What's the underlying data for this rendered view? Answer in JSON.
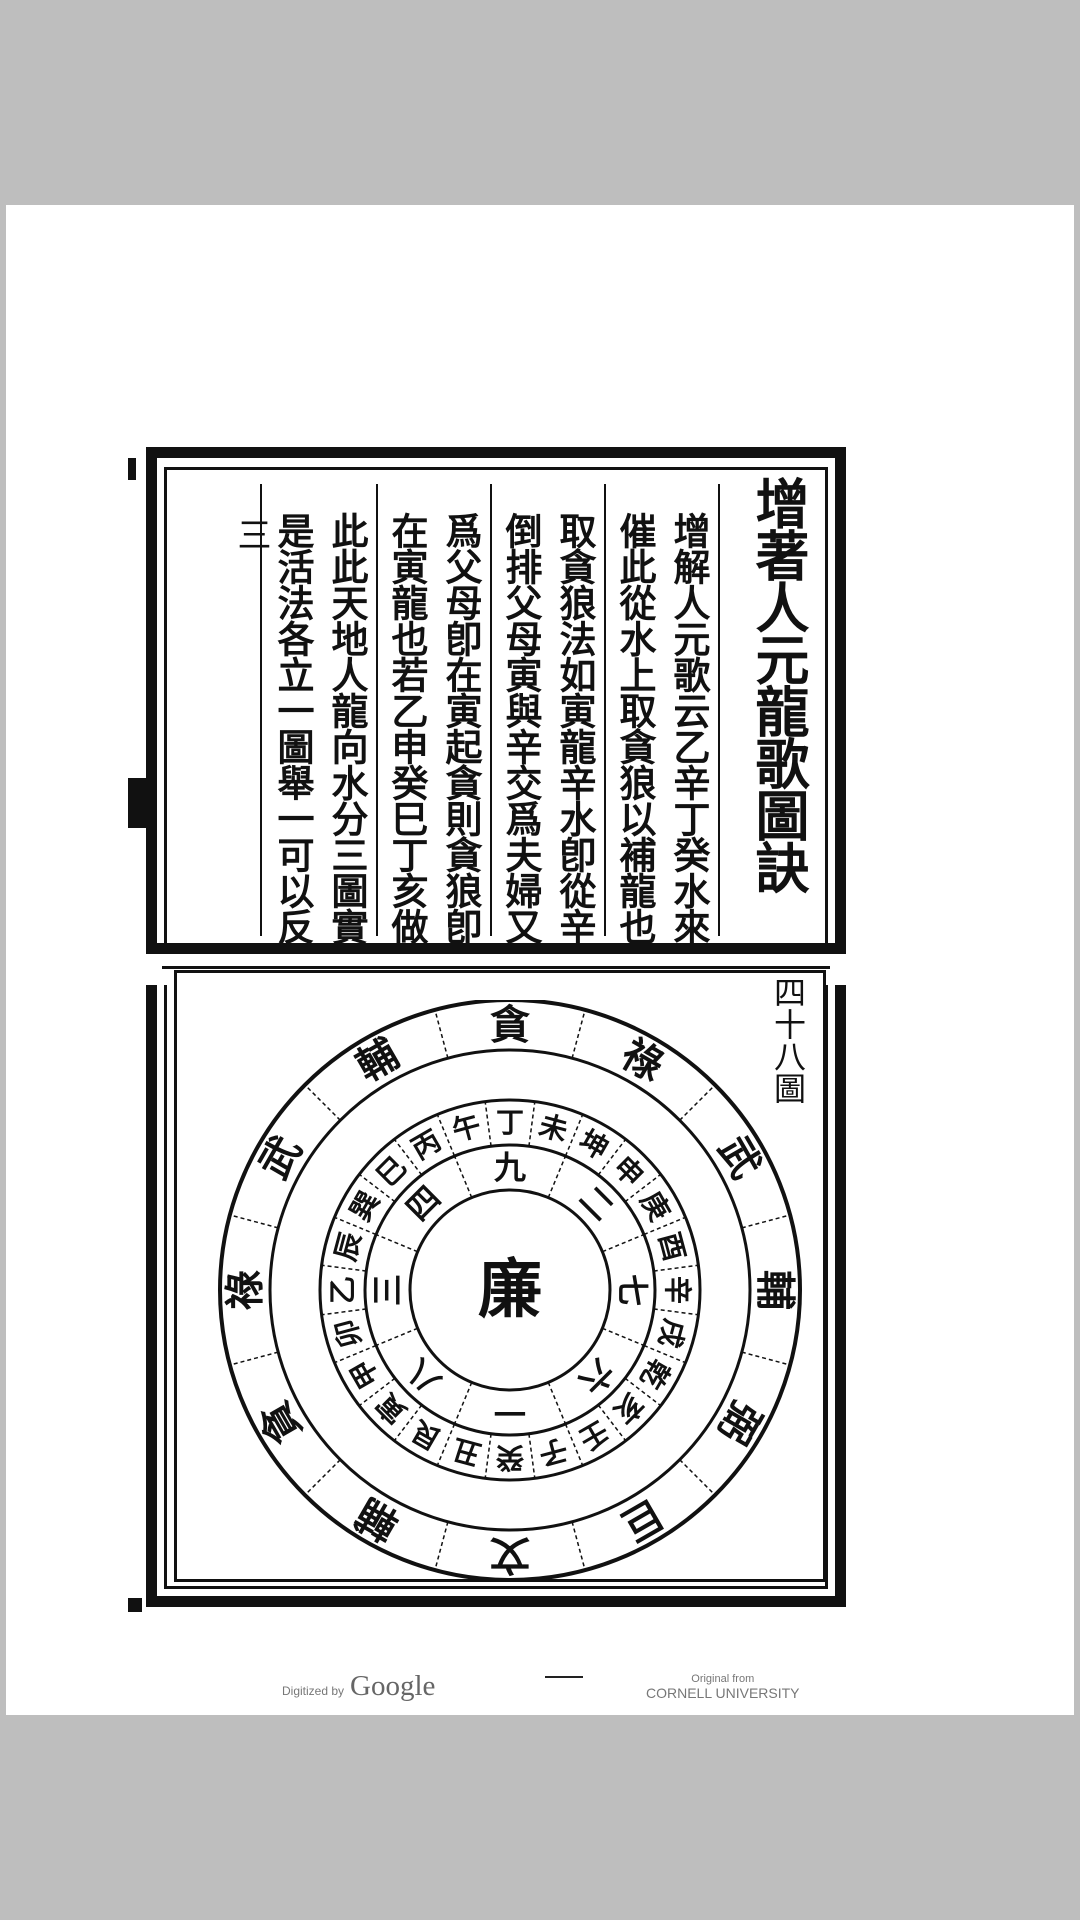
{
  "book": {
    "title": "增著人元龍歌圖訣",
    "columns": [
      "增解人元歌云乙辛丁癸水來",
      "催此從水上取貪狼以補龍也",
      "取貪狼法如寅龍辛水卽從辛",
      "倒排父母寅與辛交爲夫婦又",
      "爲父母卽在寅起貪則貪狼卽",
      "在寅龍也若乙申癸巳丁亥做",
      "此此天地人龍向水分三圖實",
      "是活法各立一圖舉一可以反"
    ],
    "page_number": "三"
  },
  "figure": {
    "label": "四十八圖",
    "center": "廉",
    "outer_ring": [
      "貪",
      "祿",
      "武",
      "輔",
      "弼",
      "巨",
      "文",
      "輔",
      "貪",
      "祿",
      "武",
      "輔"
    ],
    "middle_ring": [
      "丁",
      "未",
      "坤",
      "申",
      "庚",
      "酉",
      "辛",
      "戌",
      "乾",
      "亥",
      "壬",
      "子",
      "癸",
      "丑",
      "艮",
      "寅",
      "甲",
      "卯",
      "乙",
      "辰",
      "巽",
      "巳",
      "丙",
      "午"
    ],
    "inner_ring": [
      "九",
      "二",
      "七",
      "六",
      "一",
      "八",
      "三",
      "四"
    ]
  },
  "footer": {
    "digitized_by": "Digitized by",
    "brand": "Google",
    "original_from": "Original from",
    "institution": "CORNELL UNIVERSITY"
  }
}
